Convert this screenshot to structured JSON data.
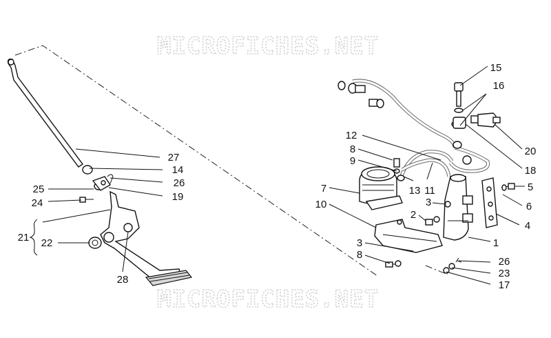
{
  "watermark": {
    "top": "MICROFICHES.NET",
    "bottom": "MICROFICHES.NET"
  },
  "callouts": {
    "c1": "1",
    "c2": "2",
    "c3a": "3",
    "c3b": "3",
    "c4": "4",
    "c5": "5",
    "c6": "6",
    "c7": "7",
    "c8a": "8",
    "c8b": "8",
    "c9": "9",
    "c10": "10",
    "c11": "11",
    "c12": "12",
    "c13": "13",
    "c14": "14",
    "c15": "15",
    "c16": "16",
    "c17": "17",
    "c18": "18",
    "c19": "19",
    "c20": "20",
    "c21": "21",
    "c22": "22",
    "c23": "23",
    "c24": "24",
    "c25": "25",
    "c26a": "26",
    "c26b": "26",
    "c27": "27",
    "c28": "28"
  }
}
